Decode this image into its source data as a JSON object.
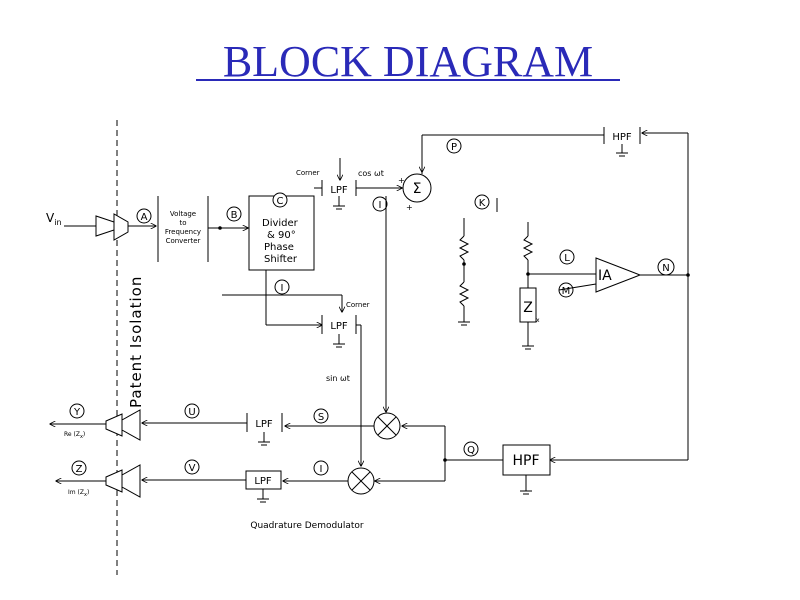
{
  "title": "BLOCK  DIAGRAM",
  "colors": {
    "title": "#2a2ab8",
    "ink": "#000000",
    "background": "#ffffff"
  },
  "labels": {
    "vin_main": "V",
    "vin_sub": "in",
    "patient_isolation": "Patent  Isolation",
    "A": "A",
    "B": "B",
    "C": "C",
    "I": "I",
    "K": "K",
    "L": "L",
    "M": "M",
    "N": "N",
    "P": "P",
    "Q": "Q",
    "S": "S",
    "U": "U",
    "V": "V",
    "Y": "Y",
    "Z": "Z",
    "vtf_line1": "Voltage",
    "vtf_line2": "to",
    "vtf_line3": "Frequency",
    "vtf_line4": "Converter",
    "div_line1": "Divider",
    "div_line2": "&  90°",
    "div_line3": "Phase",
    "div_line4": "Shifter",
    "lpf": "LPF",
    "hpf": "HPF",
    "corner_top": "Corner",
    "corner_mid": "Corner",
    "cos_wt": "cos  ωt",
    "sin_wt": "sin  ωt",
    "sum_symbol": "Σ",
    "plus": "+",
    "ia": "IA",
    "z_block": "Z",
    "z_sub": "x",
    "re_zx": "Re  (Z",
    "im_zx": "Im  (Z",
    "zx_sub": "x",
    "close_paren": ")",
    "quad_demod": "Quadrature  Demodulator"
  },
  "icons": [
    "isolation-amplifier-icon",
    "resistor-icon",
    "ground-icon",
    "mixer-icon",
    "summing-junction-icon",
    "arrow-icon"
  ]
}
